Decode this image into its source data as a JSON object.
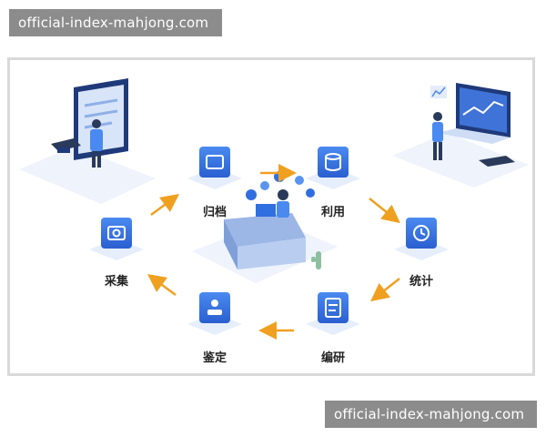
{
  "watermark_top": "official-index-mahjong.com",
  "watermark_bottom": "official-index-mahjong.com",
  "nodes": {
    "guidang": "归档",
    "liyong": "利用",
    "caiji": "采集",
    "tongji": "统计",
    "jianding": "鉴定",
    "bianyan": "编研"
  },
  "icons": {
    "guidang": "folder-icon",
    "liyong": "database-icon",
    "caiji": "camera-icon",
    "tongji": "clock-icon",
    "jianding": "person-upload-icon",
    "bianyan": "document-edit-icon"
  },
  "colors": {
    "icon_blue": "#2f6fe0",
    "platform": "#e6eefc",
    "arrow": "#f0a020",
    "illustration_dark": "#1f3a7a",
    "illustration_light": "#cfdcf5"
  }
}
